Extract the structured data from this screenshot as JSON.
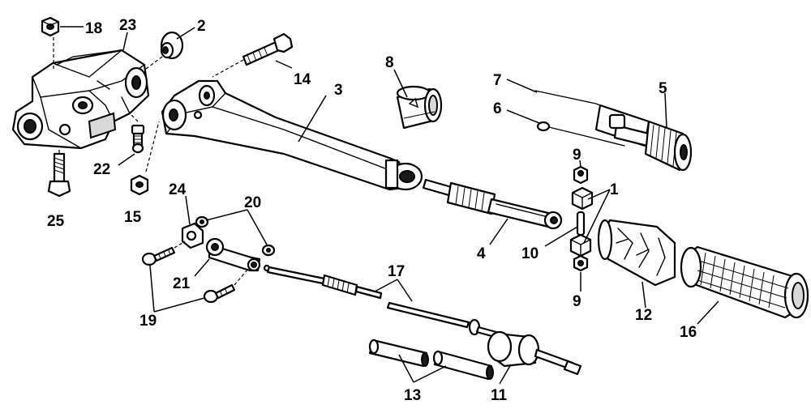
{
  "callouts": {
    "c1": "1",
    "c2": "2",
    "c3": "3",
    "c4": "4",
    "c5": "5",
    "c6": "6",
    "c7": "7",
    "c8": "8",
    "c9a": "9",
    "c9b": "9",
    "c10": "10",
    "c11": "11",
    "c12": "12",
    "c13": "13",
    "c14": "14",
    "c15": "15",
    "c16": "16",
    "c17": "17",
    "c18": "18",
    "c19": "19",
    "c20": "20",
    "c21": "21",
    "c22": "22",
    "c23": "23",
    "c24": "24",
    "c25": "25"
  },
  "colors": {
    "ink": "#000000",
    "paper": "#ffffff"
  }
}
